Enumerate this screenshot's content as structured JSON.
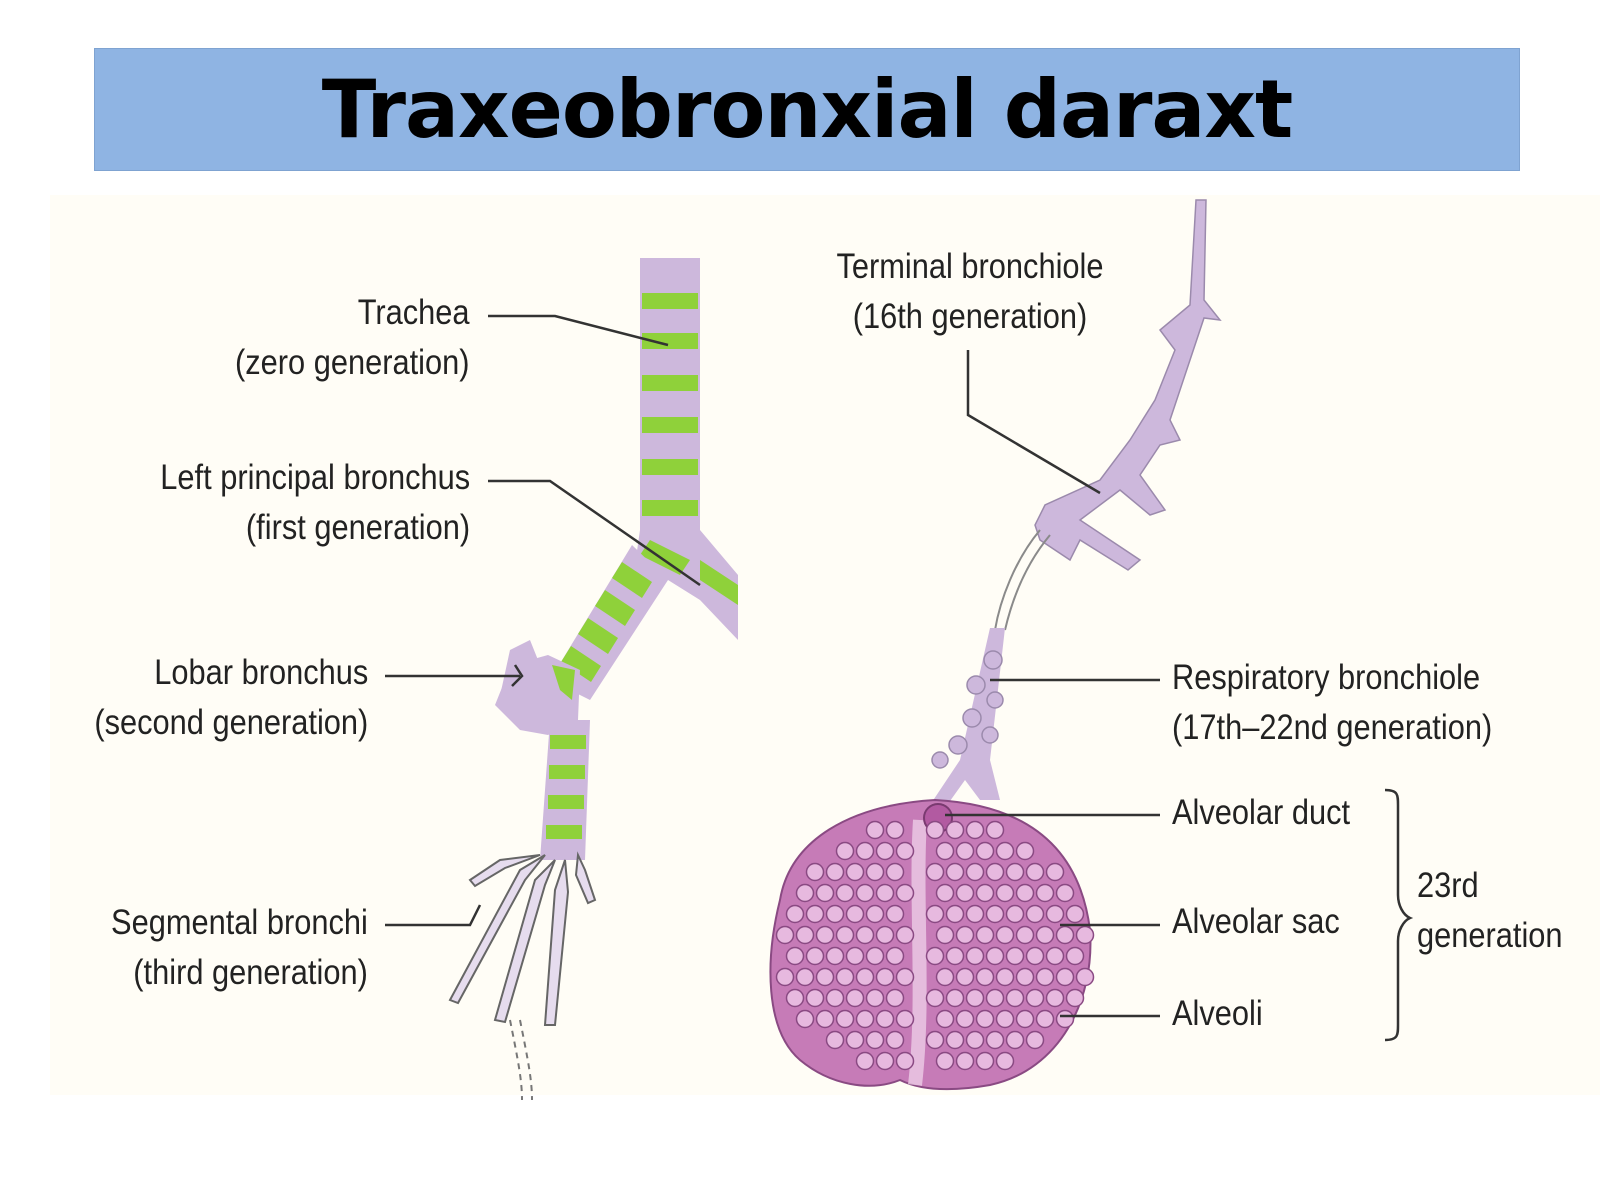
{
  "title": "Traxeobronxial daraxt",
  "labels": {
    "trachea": {
      "name": "Trachea",
      "gen": "(zero generation)"
    },
    "left_principal": {
      "name": "Left principal bronchus",
      "gen": "(first generation)"
    },
    "lobar": {
      "name": "Lobar bronchus",
      "gen": "(second generation)"
    },
    "segmental": {
      "name": "Segmental bronchi",
      "gen": "(third generation)"
    },
    "terminal": {
      "name": "Terminal bronchiole",
      "gen": "(16th generation)"
    },
    "respiratory": {
      "name": "Respiratory bronchiole",
      "gen": "(17th–22nd generation)"
    },
    "alveolar_duct": "Alveolar duct",
    "alveolar_sac": "Alveolar sac",
    "alveoli": "Alveoli",
    "group": {
      "line1": "23rd",
      "line2": "generation"
    }
  },
  "colors": {
    "title_bg": "#8fb4e3",
    "airway": "#cdb8dc",
    "cartilage": "#8fd13a",
    "alveoli": "#c67bb7",
    "leader": "#333333"
  }
}
